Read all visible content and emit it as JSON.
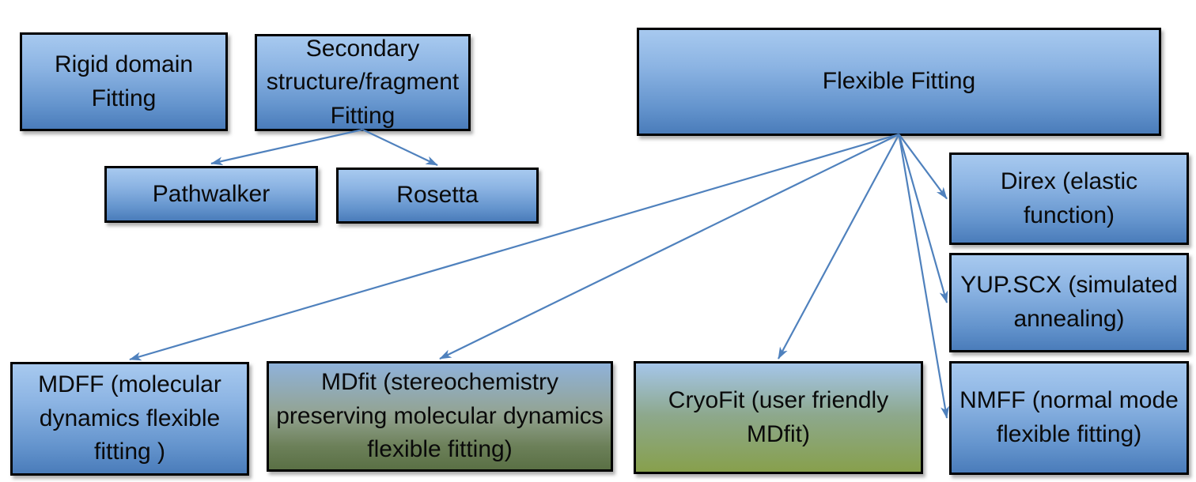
{
  "diagram": {
    "title": "Cryo-EM map fitting methods diagram",
    "nodes": {
      "rigid": {
        "label": "Rigid domain\nFitting"
      },
      "secondary": {
        "label": "Secondary\nstructure/fragment\nFitting"
      },
      "flexible": {
        "label": "Flexible Fitting"
      },
      "pathwalker": {
        "label": "Pathwalker"
      },
      "rosetta": {
        "label": "Rosetta"
      },
      "direx": {
        "label": "Direx (elastic\nfunction)"
      },
      "yupscx": {
        "label": "YUP.SCX (simulated\nannealing)"
      },
      "nmff": {
        "label": "NMFF (normal mode\nflexible fitting)"
      },
      "mdff": {
        "label": "MDFF (molecular\ndynamics flexible\nfitting )"
      },
      "mdfit": {
        "label": "MDfit (stereochemistry\npreserving molecular dynamics\nflexible fitting)"
      },
      "cryofit": {
        "label": "CryoFit (user friendly\nMDfit)"
      }
    },
    "edges": [
      {
        "from": "secondary",
        "to": "pathwalker"
      },
      {
        "from": "secondary",
        "to": "rosetta"
      },
      {
        "from": "flexible",
        "to": "mdff"
      },
      {
        "from": "flexible",
        "to": "mdfit"
      },
      {
        "from": "flexible",
        "to": "cryofit"
      },
      {
        "from": "flexible",
        "to": "direx"
      },
      {
        "from": "flexible",
        "to": "yupscx"
      },
      {
        "from": "flexible",
        "to": "nmff"
      }
    ],
    "colors": {
      "arrow": "#4f81bd",
      "box_border": "#000000",
      "blue_box_top": "#a7c9ef",
      "blue_box_bottom": "#4a7cba",
      "olive_dark_bottom": "#5a7045",
      "olive_light_bottom": "#87a04c",
      "background": "#ffffff"
    }
  }
}
